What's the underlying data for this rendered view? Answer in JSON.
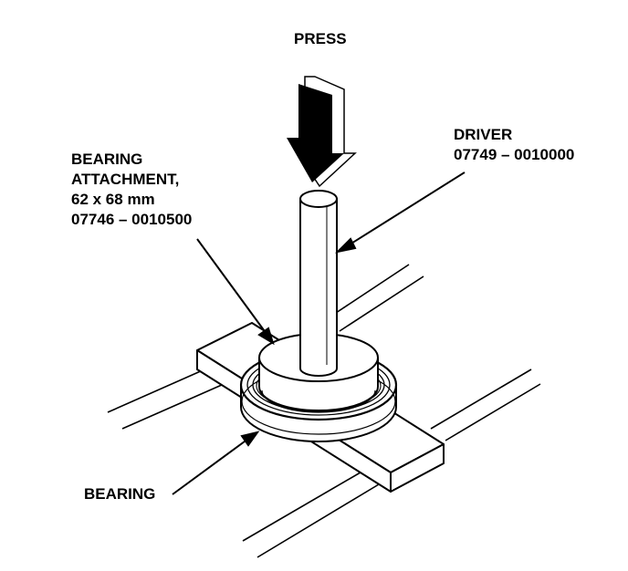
{
  "labels": {
    "press": "PRESS",
    "driver": {
      "name": "DRIVER",
      "part_number": "07749 – 0010000"
    },
    "bearing_attachment": {
      "line1": "BEARING",
      "line2": "ATTACHMENT,",
      "size": "62 x 68 mm",
      "part_number": "07746 – 0010500"
    },
    "bearing": "BEARING"
  },
  "colors": {
    "ink": "#000000",
    "paper": "#ffffff"
  }
}
